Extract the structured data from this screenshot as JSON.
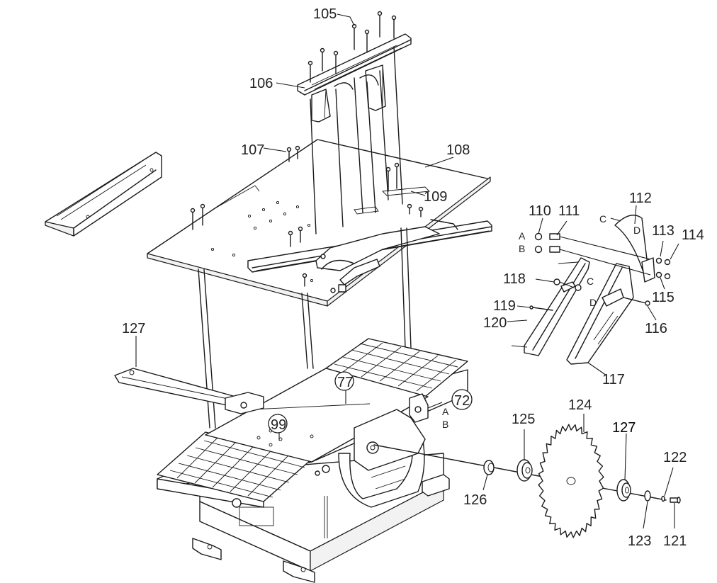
{
  "labels": {
    "p105": "105",
    "p106": "106",
    "p107": "107",
    "p108": "108",
    "p109": "109",
    "p110": "110",
    "p111": "111",
    "p112": "112",
    "p113": "113",
    "p114": "114",
    "p115": "115",
    "p116": "116",
    "p117": "117",
    "p118": "118",
    "p119": "119",
    "p120": "120",
    "p121": "121",
    "p122": "122",
    "p123": "123",
    "p124": "124",
    "p125": "125",
    "p126": "126",
    "p127_left": "127",
    "p127_right": "127",
    "c72": "72",
    "c77": "77",
    "c99": "99"
  },
  "letters": {
    "A1": "A",
    "B1": "B",
    "A2": "A",
    "B2": "B",
    "C1": "C",
    "D1": "D",
    "C2": "C",
    "D2": "D"
  }
}
